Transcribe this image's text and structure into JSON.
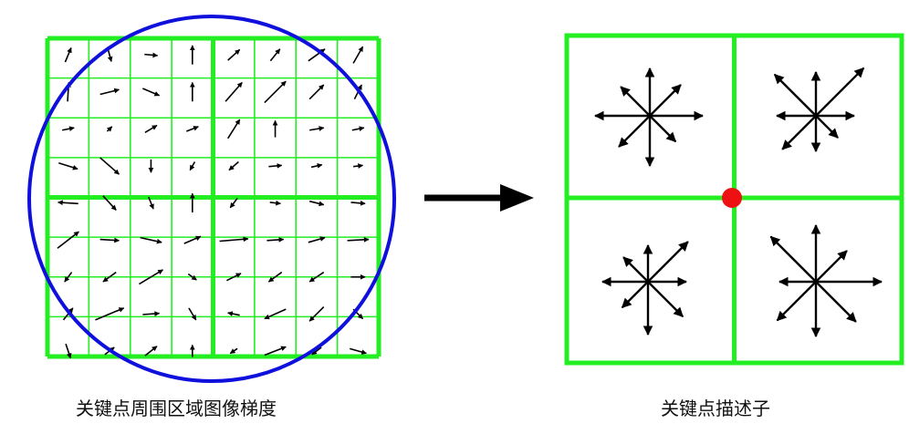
{
  "captions": {
    "left": "关键点周围区域图像梯度",
    "right": "关键点描述子"
  },
  "colors": {
    "grid": "#22ee22",
    "circle": "#1010dd",
    "arrow": "#000000",
    "keypoint": "#ee1111"
  },
  "left_panel": {
    "grid_cells": 8,
    "quadrants": 4,
    "gradient_vectors": [
      [
        0,
        0,
        0.25,
        0.6
      ],
      [
        1,
        0,
        0.15,
        -0.55
      ],
      [
        2,
        0,
        0.55,
        -0.05
      ],
      [
        3,
        0,
        0,
        0.8
      ],
      [
        4,
        0,
        0.5,
        0.45
      ],
      [
        5,
        0,
        0.4,
        0.5
      ],
      [
        6,
        0,
        0.7,
        0.5
      ],
      [
        7,
        0,
        0.4,
        0.7
      ],
      [
        0,
        1,
        0.05,
        0.8
      ],
      [
        1,
        1,
        0.8,
        0.2
      ],
      [
        2,
        1,
        0.7,
        -0.3
      ],
      [
        3,
        1,
        0,
        0.8
      ],
      [
        4,
        1,
        0.7,
        0.8
      ],
      [
        5,
        1,
        0.9,
        0.9
      ],
      [
        6,
        1,
        0.6,
        0.6
      ],
      [
        7,
        1,
        0.3,
        0.6
      ],
      [
        0,
        2,
        0.5,
        0.1
      ],
      [
        1,
        2,
        0.2,
        0.2
      ],
      [
        2,
        2,
        0.5,
        0.3
      ],
      [
        3,
        2,
        0.5,
        0.2
      ],
      [
        4,
        2,
        0.5,
        0.8
      ],
      [
        5,
        2,
        0,
        0.7
      ],
      [
        6,
        2,
        0.6,
        0.1
      ],
      [
        7,
        2,
        0.5,
        0.1
      ],
      [
        0,
        3,
        0.8,
        -0.25
      ],
      [
        1,
        3,
        0.8,
        -0.7
      ],
      [
        2,
        3,
        0,
        -0.55
      ],
      [
        3,
        3,
        -0.2,
        -0.35
      ],
      [
        4,
        3,
        -0.4,
        -0.35
      ],
      [
        5,
        3,
        0.55,
        0.05
      ],
      [
        6,
        3,
        0.45,
        0.1
      ],
      [
        7,
        3,
        0.4,
        0.05
      ],
      [
        0,
        4,
        -0.85,
        0.05
      ],
      [
        1,
        4,
        0.55,
        -0.6
      ],
      [
        2,
        4,
        0.2,
        -0.5
      ],
      [
        3,
        4,
        0,
        0.8
      ],
      [
        4,
        4,
        -0.3,
        -0.4
      ],
      [
        5,
        4,
        0.45,
        -0.05
      ],
      [
        6,
        4,
        0.6,
        -0.15
      ],
      [
        7,
        4,
        0.6,
        -0.05
      ],
      [
        0,
        5,
        0.9,
        0.7
      ],
      [
        1,
        5,
        0.8,
        -0.05
      ],
      [
        2,
        5,
        0.9,
        -0.2
      ],
      [
        3,
        5,
        0.7,
        0.3
      ],
      [
        4,
        5,
        1.2,
        0.1
      ],
      [
        5,
        5,
        0.7,
        0.05
      ],
      [
        6,
        5,
        0.7,
        0.2
      ],
      [
        7,
        5,
        0.9,
        0.05
      ],
      [
        0,
        6,
        -0.3,
        -0.4
      ],
      [
        1,
        6,
        -0.55,
        -0.4
      ],
      [
        2,
        6,
        1,
        0.6
      ],
      [
        3,
        6,
        0.35,
        -0.25
      ],
      [
        4,
        6,
        0.6,
        0.3
      ],
      [
        5,
        6,
        -0.55,
        -0.4
      ],
      [
        6,
        6,
        -0.6,
        -0.4
      ],
      [
        7,
        6,
        0.6,
        0
      ],
      [
        0,
        7,
        0.4,
        0.5
      ],
      [
        1,
        7,
        1.2,
        0.5
      ],
      [
        2,
        7,
        0.7,
        0.05
      ],
      [
        3,
        7,
        0.3,
        -0.5
      ],
      [
        4,
        7,
        -0.5,
        0.1
      ],
      [
        5,
        7,
        -0.9,
        -0.4
      ],
      [
        6,
        7,
        -0.6,
        -0.6
      ],
      [
        7,
        7,
        0.4,
        -0.4
      ],
      [
        0,
        8,
        0.2,
        -0.6
      ],
      [
        1,
        8,
        0.4,
        0.3
      ],
      [
        2,
        8,
        0.5,
        0.4
      ],
      [
        3,
        8,
        0,
        0.5
      ],
      [
        4,
        8,
        -0.3,
        -0.2
      ],
      [
        5,
        8,
        0.9,
        0.35
      ],
      [
        6,
        8,
        -0.4,
        -0.3
      ],
      [
        7,
        8,
        0.7,
        -0.2
      ]
    ]
  },
  "descriptor": {
    "bins": [
      {
        "name": "top-left",
        "lengths": [
          58,
          48,
          52,
          45,
          60,
          48,
          55,
          40
        ]
      },
      {
        "name": "top-right",
        "lengths": [
          42,
          74,
          48,
          64,
          43,
          52,
          39,
          34
        ]
      },
      {
        "name": "bottom-left",
        "lengths": [
          42,
          62,
          40,
          38,
          50,
          40,
          58,
          54
        ]
      },
      {
        "name": "bottom-right",
        "lengths": [
          72,
          48,
          62,
          70,
          40,
          60,
          60,
          62
        ]
      }
    ]
  }
}
